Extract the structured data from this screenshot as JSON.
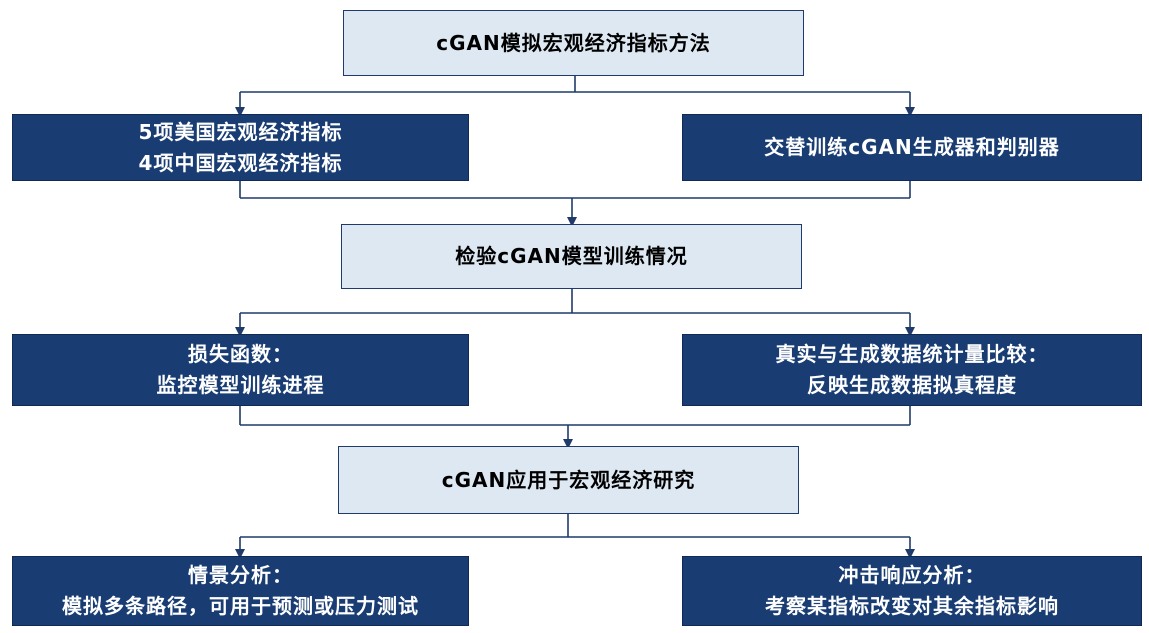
{
  "boxes": {
    "method": {
      "lines": [
        "cGAN模拟宏观经济指标方法"
      ]
    },
    "indicators": {
      "lines": [
        "5项美国宏观经济指标",
        "4项中国宏观经济指标"
      ]
    },
    "training": {
      "lines": [
        "交替训练cGAN生成器和判别器"
      ]
    },
    "check": {
      "lines": [
        "检验cGAN模型训练情况"
      ]
    },
    "loss": {
      "lines": [
        "损失函数：",
        "监控模型训练进程"
      ]
    },
    "stats": {
      "lines": [
        "真实与生成数据统计量比较：",
        "反映生成数据拟真程度"
      ]
    },
    "apply": {
      "lines": [
        "cGAN应用于宏观经济研究"
      ]
    },
    "scenario": {
      "lines": [
        "情景分析：",
        "模拟多条路径，可用于预测或压力测试"
      ]
    },
    "impulse": {
      "lines": [
        "冲击响应分析：",
        "考察某指标改变对其余指标影响"
      ]
    }
  },
  "colors": {
    "light_fill": "#dde8f3",
    "dark_fill": "#193d73",
    "line": "#1f3a6b"
  }
}
